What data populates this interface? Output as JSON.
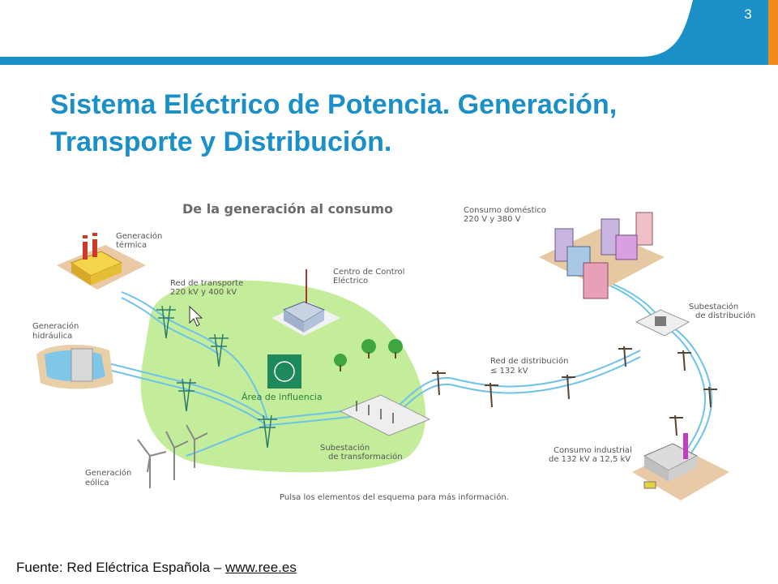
{
  "page_number": "3",
  "title_line1": "Sistema Eléctrico de Potencia. Generación,",
  "title_line2": "Transporte y Distribución.",
  "source_prefix": "Fuente: Red Eléctrica Española – ",
  "source_link": "www.ree.es",
  "colors": {
    "header_blue": "#1a8fc8",
    "accent_orange": "#f08a1c",
    "influence_green": "#b8ea8a",
    "line_blue": "#6cc3e8"
  },
  "diagram": {
    "heading": "De la generación al consumo",
    "labels": {
      "thermal_1": "Generación",
      "thermal_2": "térmica",
      "hydro_1": "Generación",
      "hydro_2": "hidráulica",
      "wind_1": "Generación",
      "wind_2": "eólica",
      "transport_1": "Red de transporte",
      "transport_2": "220 kV y 400 kV",
      "control_1": "Centro de Control",
      "control_2": "Eléctrico",
      "influence": "Área de influencia",
      "trans_sub_1": "Subestación",
      "trans_sub_2": "de transformación",
      "domestic_1": "Consumo doméstico",
      "domestic_2": "220 V y 380 V",
      "dist_sub_1": "Subestación",
      "dist_sub_2": "de distribución",
      "dist_net_1": "Red de distribución",
      "dist_net_2": "≤ 132 kV",
      "industrial_1": "Consumo industrial",
      "industrial_2": "de 132 kV a 12,5 kV",
      "footer_hint": "Pulsa los elementos del esquema para más información."
    }
  }
}
